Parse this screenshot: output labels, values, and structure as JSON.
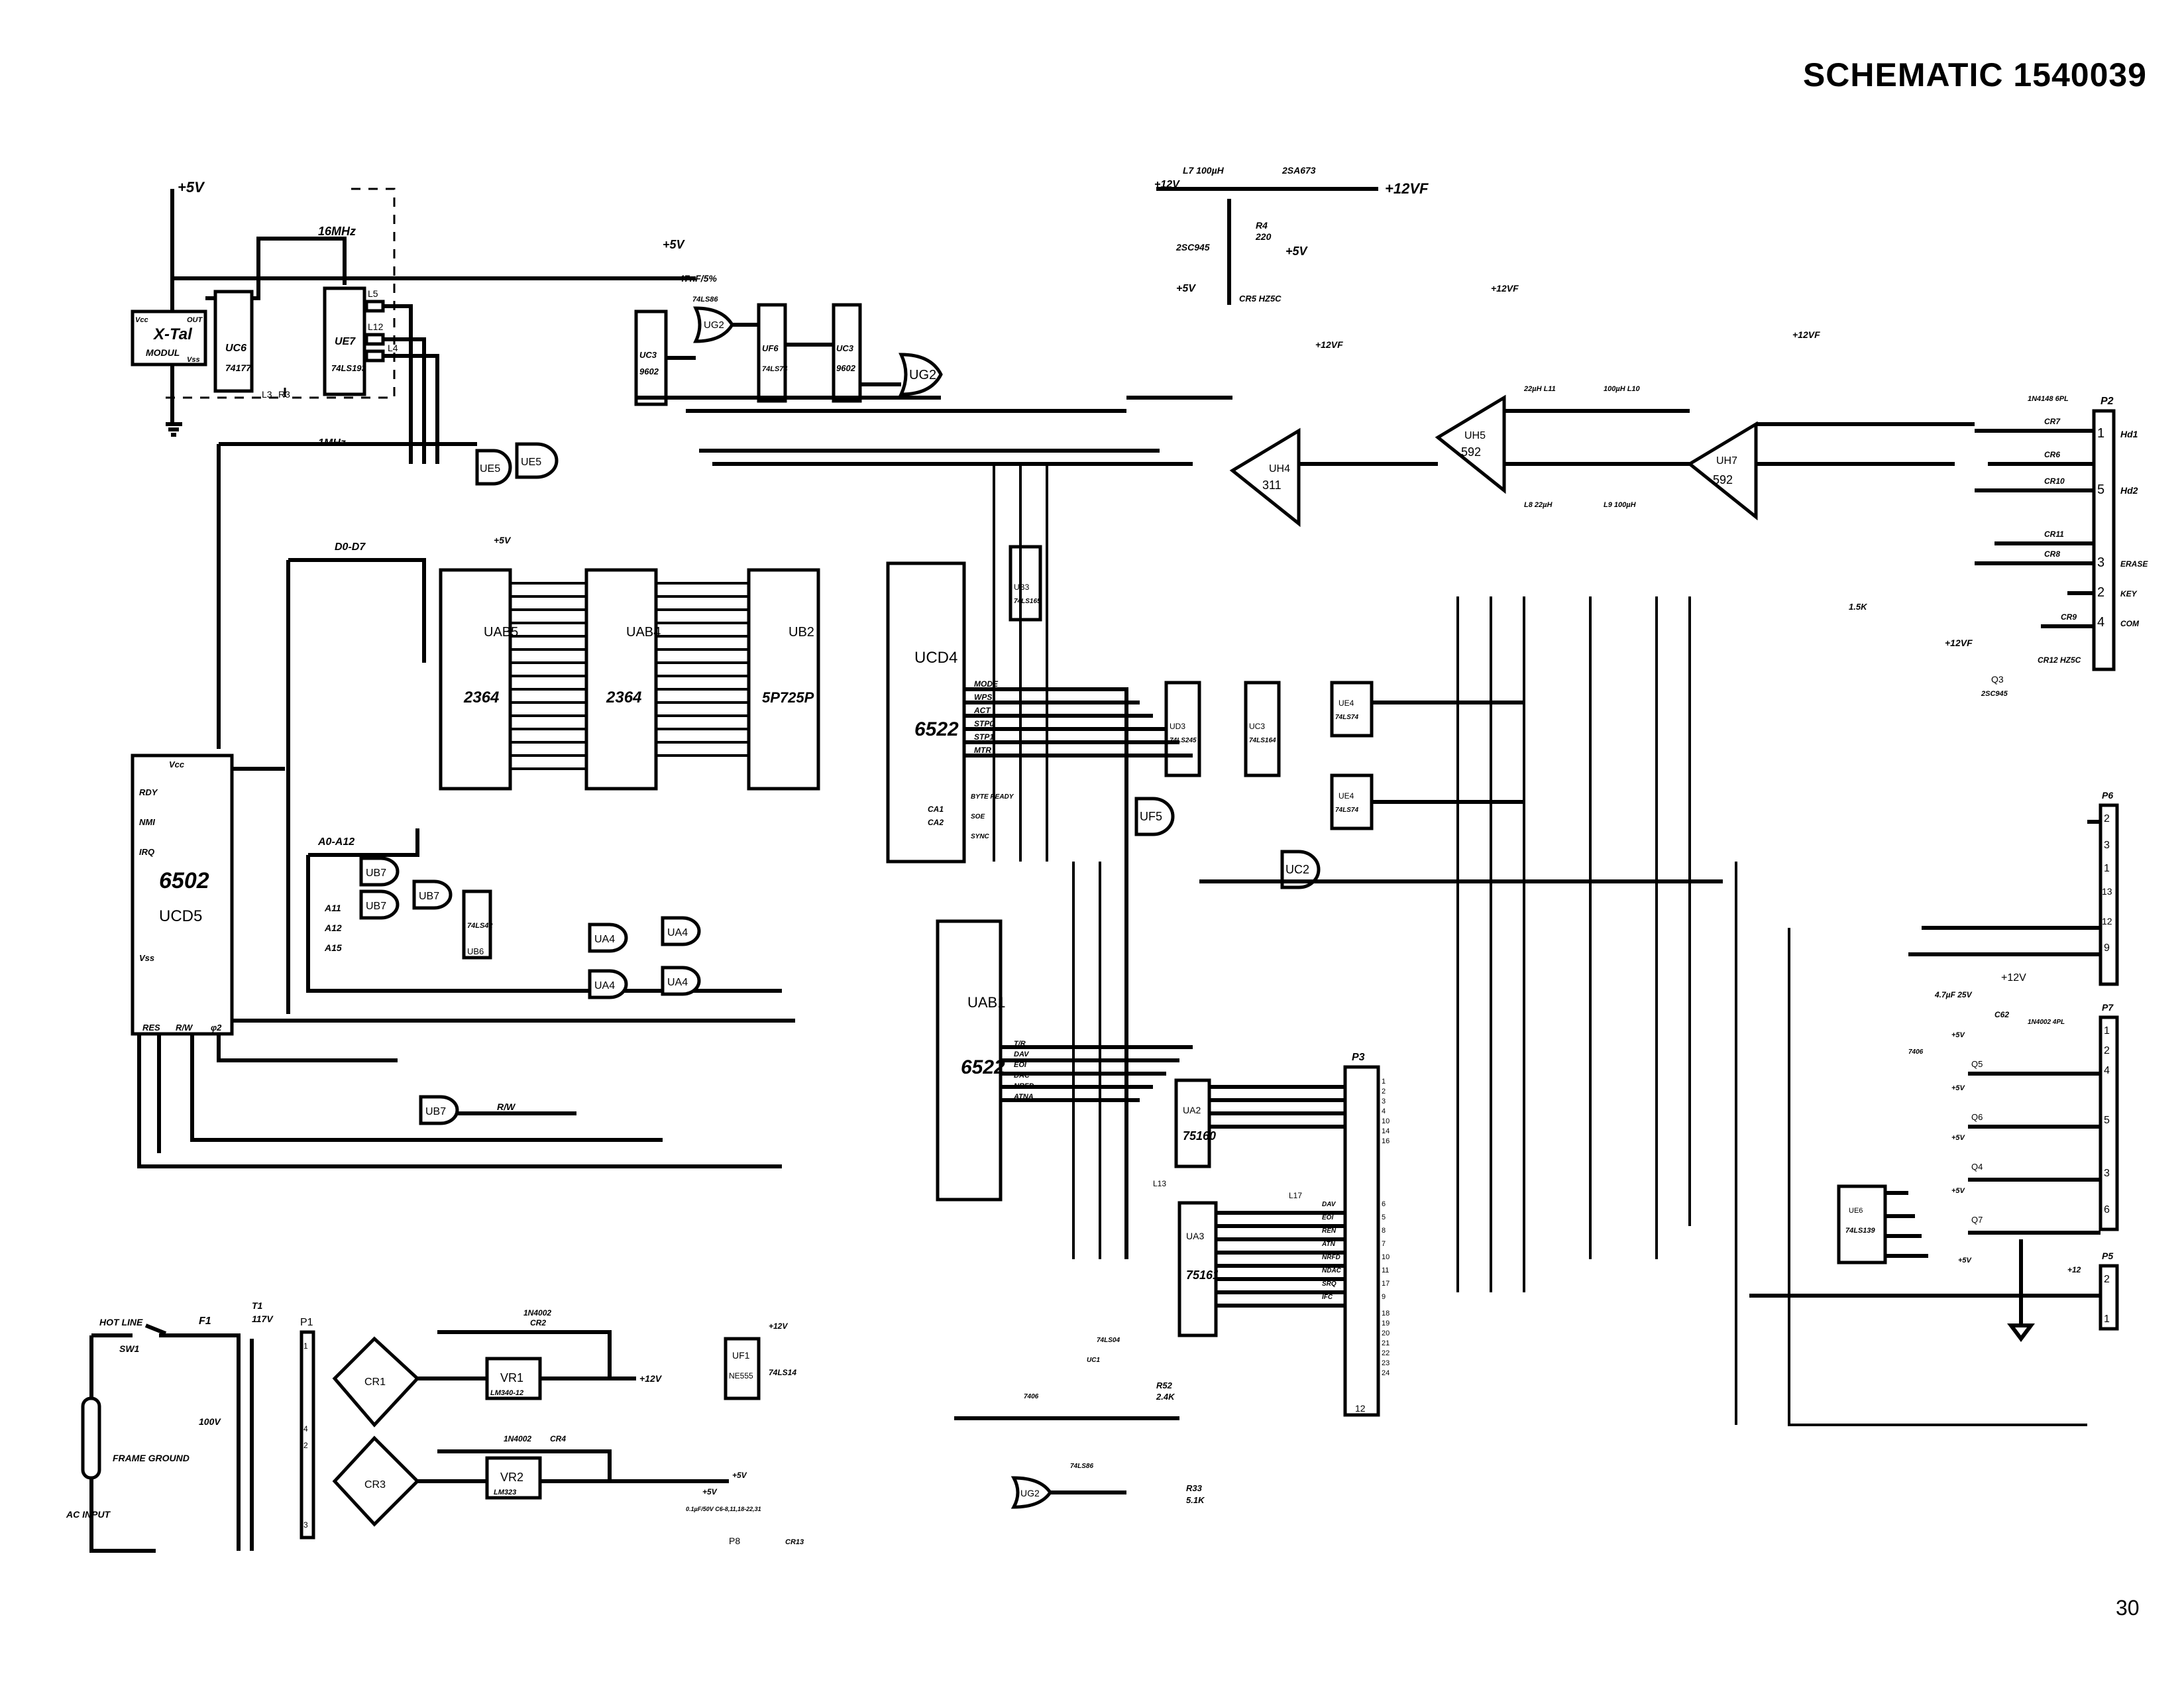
{
  "header": {
    "title": "SCHEMATIC 1540039"
  },
  "footer": {
    "page_number": "30"
  },
  "colors": {
    "ink": "#000000",
    "paper": "#ffffff"
  },
  "clock_section": {
    "rail": "+5V",
    "xtal_module": {
      "name": "X-Tal",
      "sub": "MODUL",
      "pins": [
        "Vcc",
        "OUT",
        "Vss"
      ]
    },
    "counter": {
      "ref": "UC6",
      "part": "74177"
    },
    "divider": {
      "ref": "UE7",
      "part": "74LS193"
    },
    "freq_16": "16MHz",
    "freq_1": "1MHz",
    "inductors": [
      "L5",
      "L12",
      "L4",
      "L3"
    ],
    "resistor": "R3",
    "gates": [
      "UE5",
      "UE5"
    ]
  },
  "read_section": {
    "rail": "+5V",
    "one_shot": {
      "ref": "UC3",
      "part": "9602"
    },
    "xor1": "UG2",
    "xor_part": "74LS86",
    "counter": {
      "ref": "UF6",
      "part": "74LS74"
    },
    "one_shot2": {
      "ref": "UC3",
      "part": "9602"
    },
    "xor2": "UG2",
    "cap_label": "47nF/5%"
  },
  "regulator_12vf": {
    "in": "+12V",
    "out": "+12VF",
    "inductor": "L7 100µH",
    "q1": "2SA673",
    "q2": "2SC945",
    "r4": "R4",
    "r4_value": "220",
    "r4_rail": "+5V",
    "zener": "CR5 HZ5C"
  },
  "analog_section": {
    "comparator": {
      "ref": "UH4",
      "part": "311"
    },
    "amp1": {
      "ref": "UH5",
      "part": "592"
    },
    "amp2": {
      "ref": "UH7",
      "part": "592"
    },
    "filter_inductors": [
      "22µH L11",
      "100µH L10",
      "L8 22µH",
      "L9 100µH"
    ],
    "rails": [
      "+12VF",
      "+12VF",
      "+12VF",
      "+5V"
    ]
  },
  "head_connector": {
    "ref": "P2",
    "pins": [
      {
        "num": "1",
        "signal": "Hd1"
      },
      {
        "num": "5",
        "signal": "Hd2"
      },
      {
        "num": "3",
        "signal": "ERASE"
      },
      {
        "num": "2",
        "signal": "KEY"
      },
      {
        "num": "4",
        "signal": "COM"
      }
    ],
    "diodes": [
      "CR7",
      "CR6",
      "CR10",
      "CR11",
      "CR8",
      "CR9"
    ],
    "diode_part": "1N4148 6PL",
    "q3": "Q3",
    "q3_part": "2SC945",
    "zener": "CR12 HZ5C",
    "resistor": "1.5K",
    "rail": "+12VF"
  },
  "cpu_section": {
    "cpu": {
      "part": "6502",
      "ref": "UCD5",
      "pins": [
        "RDY",
        "NMI",
        "IRQ",
        "Vcc",
        "Vss",
        "RES",
        "R/W",
        "φ2"
      ]
    },
    "data_bus": "D0-D7",
    "addr_bus": "A0-A12",
    "rom1": {
      "part": "2364",
      "ref": "UAB5"
    },
    "rom2": {
      "part": "2364",
      "ref": "UAB4"
    },
    "ram": {
      "part": "5P725P",
      "ref": "UB2"
    },
    "decoder": {
      "ref": "UB6",
      "part": "74LS42"
    },
    "gates": [
      "UB7",
      "UB7",
      "UB7",
      "UA4",
      "UA4",
      "UA4",
      "UA4",
      "UB7"
    ],
    "addr_lines": [
      "A11",
      "A12",
      "A15"
    ],
    "rw_label": "R/W",
    "rail": "+5V"
  },
  "via_section": {
    "via1": {
      "part": "6522",
      "ref": "UCD4",
      "port_b": [
        "MODE",
        "WPS",
        "ACT",
        "STP0",
        "STP1",
        "MTR"
      ],
      "ca": [
        "CA1",
        "CA2"
      ],
      "ca_labels": [
        "BYTE READY",
        "SOE",
        "SYNC"
      ]
    },
    "via2": {
      "part": "6522",
      "ref": "UAB1",
      "port_b": [
        "T/R",
        "DAV",
        "EOI",
        "DAC",
        "NRFD",
        "ATNA"
      ]
    },
    "latch": {
      "ref": "UB3",
      "part": "74LS165"
    },
    "shift": {
      "ref": "UC3",
      "part": "74LS164"
    },
    "buffer": {
      "ref": "UD3",
      "part": "74LS245"
    },
    "ff": [
      {
        "ref": "UE4",
        "part": "74LS74"
      },
      {
        "ref": "UE4",
        "part": "74LS74"
      }
    ],
    "nand": "UC2",
    "gate_uf5": "UF5"
  },
  "serial_section": {
    "tx": {
      "ref": "UA2",
      "part": "75160"
    },
    "rx": {
      "ref": "UA3",
      "part": "75161"
    },
    "connector": {
      "ref": "P3",
      "pins": [
        "1",
        "2",
        "3",
        "4",
        "10",
        "14",
        "16",
        "6",
        "5",
        "8",
        "7",
        "10",
        "11",
        "17",
        "9",
        "18",
        "19",
        "20",
        "21",
        "22",
        "23",
        "24",
        "12"
      ],
      "signals": [
        "DAV",
        "EOI",
        "REN",
        "ATN",
        "NRFD",
        "NDAC",
        "SRQ",
        "IFC"
      ]
    },
    "inductors": [
      "L13",
      "L17"
    ],
    "resistors": [
      {
        "ref": "R52",
        "value": "2.4K"
      },
      {
        "ref": "R33",
        "value": "5.1K"
      }
    ],
    "gates": [
      "UG2",
      "UC1"
    ],
    "gate_parts": [
      "74LS86",
      "74LS04",
      "7406",
      "74LS14"
    ]
  },
  "power_section": {
    "input_labels": [
      "HOT LINE",
      "AC INPUT",
      "FRAME GROUND"
    ],
    "switch": "SW1",
    "fuse": "F1",
    "transformer": {
      "ref": "T1",
      "v_in": "117V",
      "v_tap": "100V"
    },
    "connector": "P1",
    "p1_pins": [
      "1",
      "4",
      "2",
      "3"
    ],
    "bridges": [
      "CR1",
      "CR3"
    ],
    "regulators": [
      {
        "ref": "VR1",
        "part": "LM340-12",
        "out": "+12V"
      },
      {
        "ref": "VR2",
        "part": "LM323",
        "out": "+5V"
      }
    ],
    "diodes": [
      {
        "ref": "CR2",
        "part": "1N4002"
      },
      {
        "ref": "CR4",
        "part": "1N4002"
      }
    ],
    "timer": {
      "ref": "UF1",
      "part": "NE555"
    },
    "p8": "P8",
    "cr13": "CR13",
    "cap_note": "0.1µF/50V C6-8,11,18-22,31",
    "rails": [
      "+5V",
      "+12V"
    ]
  },
  "led_section": {
    "decoder": {
      "ref": "UE6",
      "part": "74LS139"
    },
    "connector_p6": {
      "ref": "P6",
      "pins": [
        "2",
        "3",
        "1",
        "13",
        "12",
        "9"
      ]
    },
    "connector_p7": {
      "ref": "P7",
      "pins": [
        "1",
        "2",
        "4",
        "5",
        "3",
        "6"
      ]
    },
    "connector_p5": {
      "ref": "P5",
      "pins": [
        "2",
        "1"
      ],
      "note": "+12"
    },
    "transistors": [
      "Q5",
      "Q6",
      "Q4",
      "Q7"
    ],
    "cap": "C62",
    "cap_value": "4.7µF 25V",
    "rail": "+12V",
    "diode_part": "1N4002 4PL",
    "driver_part": "7406",
    "rails": [
      "+5V",
      "+5V",
      "+5V",
      "+5V",
      "+5V"
    ]
  }
}
